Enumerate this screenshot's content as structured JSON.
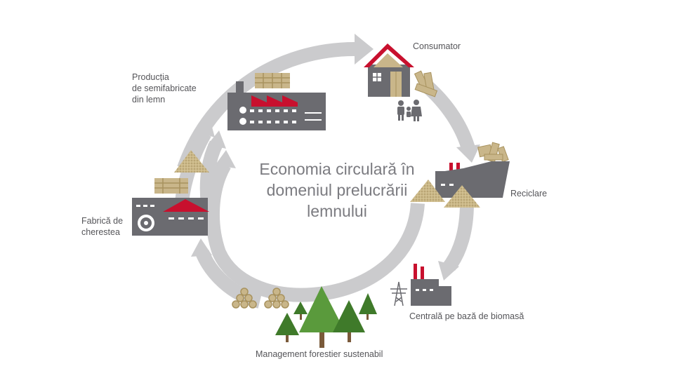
{
  "diagram": {
    "title_lines": [
      "Economia circulară în",
      "domeniul prelucrării",
      "lemnului"
    ],
    "nodes": {
      "consumer": "Consumator",
      "semi_finished": [
        "Producția",
        "de semifabricate",
        "din lemn"
      ],
      "sawmill": [
        "Fabrică de",
        "cherestea"
      ],
      "recycling": "Reciclare",
      "biomass_plant": "Centrală pe bază de biomasă",
      "forest": "Management forestier sustenabil"
    },
    "colors": {
      "arrow": "#cbcbcd",
      "building": "#6b6b70",
      "roof": "#c8102e",
      "wood": "#c9b68a",
      "wood_dark": "#a8925e",
      "tree_light": "#5a9a3c",
      "tree_dark": "#3f7a2a",
      "text": "#555559",
      "title": "#7b7b80"
    }
  }
}
